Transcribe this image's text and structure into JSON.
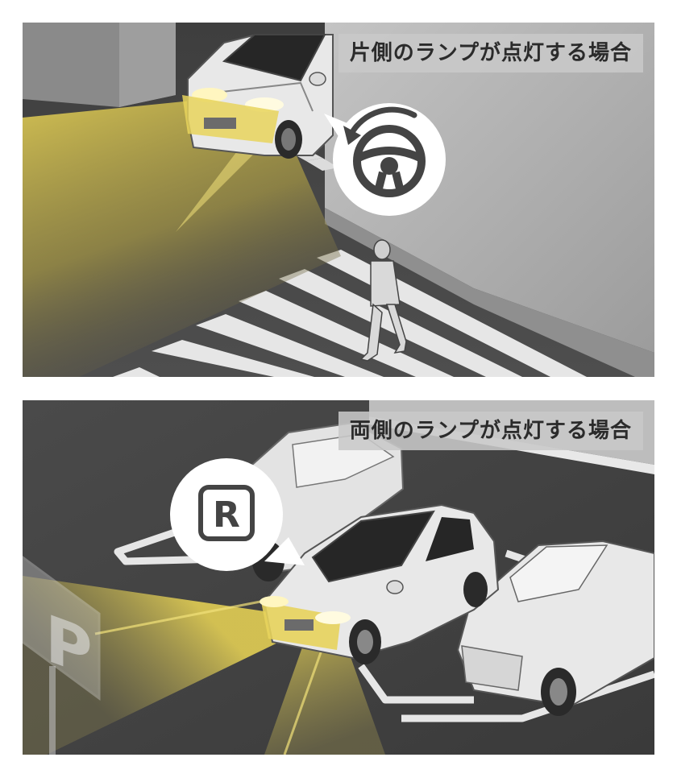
{
  "top_panel": {
    "caption": "片側のランプが点灯する場合",
    "icon": "steering-wheel-icon"
  },
  "bottom_panel": {
    "caption": "両側のランプが点灯する場合",
    "gear_letter": "R",
    "sign_letter": "P"
  },
  "colors": {
    "light_beam": "#e6d25a",
    "road": "#474747",
    "wall": "#b3b3b3",
    "caption_bg": "#c8c8c8"
  }
}
